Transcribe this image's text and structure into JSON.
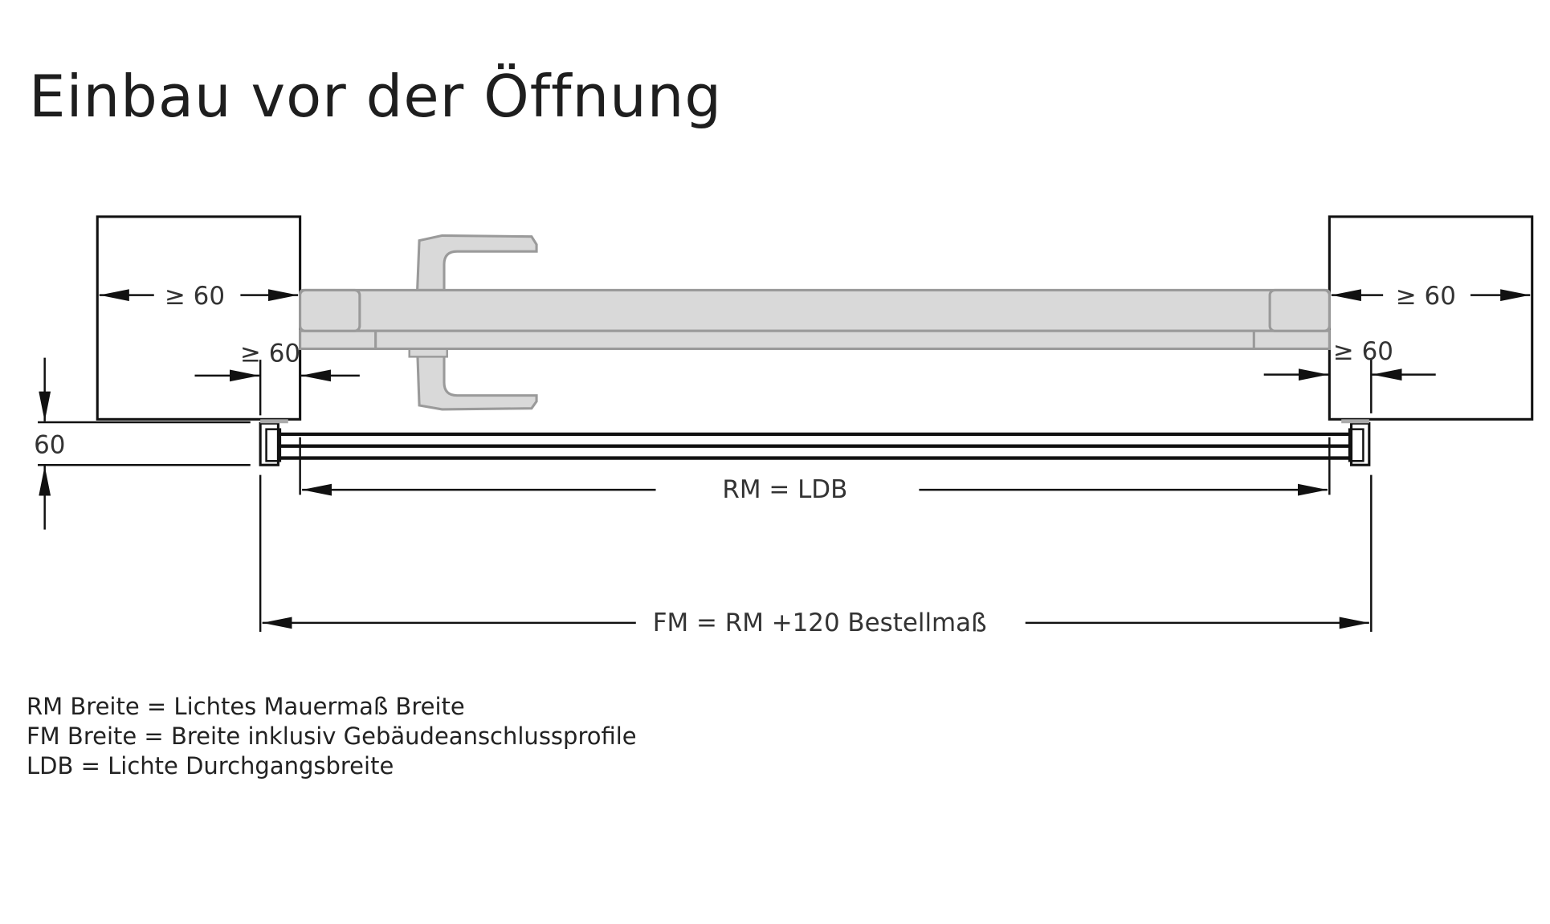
{
  "title": "Einbau vor der Öffnung",
  "dimensions": {
    "wall_left_depth": "≥ 60",
    "wall_left_offset": "≥ 60",
    "wall_right_depth": "≥ 60",
    "wall_right_offset": "≥ 60",
    "profile_depth": "60",
    "rm": "RM = LDB",
    "fm": "FM = RM +120 Bestellmaß"
  },
  "legend": [
    "RM Breite = Lichtes Mauermaß Breite",
    "FM Breite = Breite inklusiv Gebäudeanschlussprofile",
    "LDB = Lichte Durchgangsbreite"
  ],
  "colors": {
    "line": "#111111",
    "bar_fill": "#d9d9d9",
    "bar_stroke": "#9a9a9a"
  }
}
